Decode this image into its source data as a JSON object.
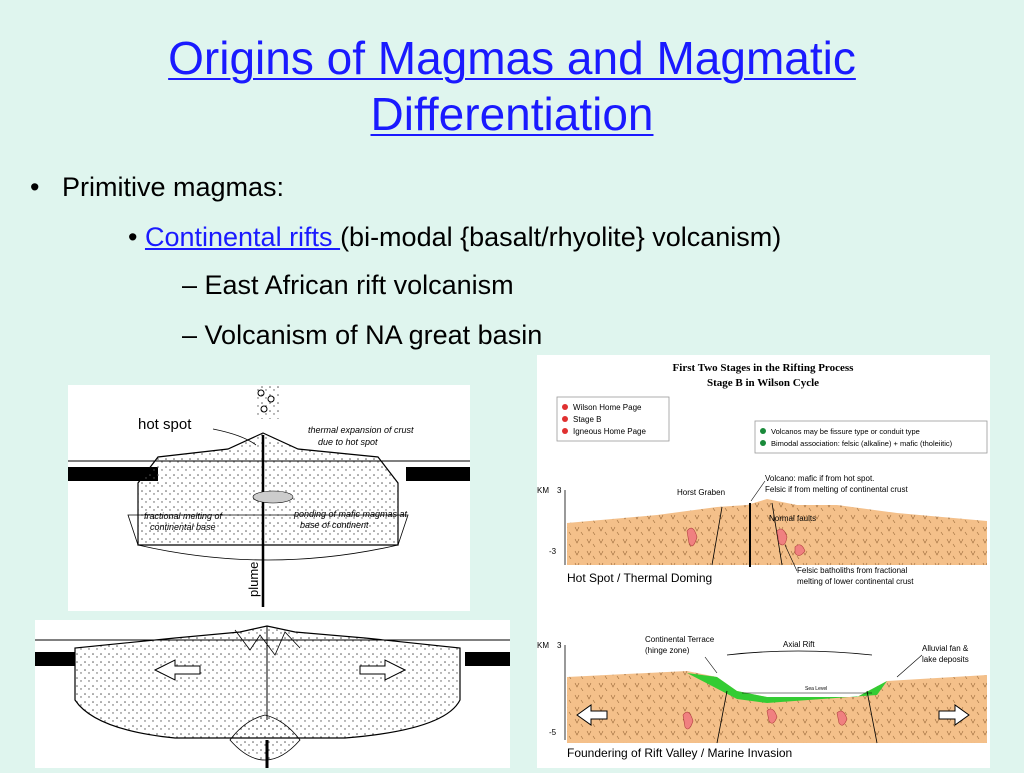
{
  "slide": {
    "title": "Origins of Magmas and Magmatic Differentiation",
    "bullet1": "Primitive magmas:",
    "bullet2_link": "Continental rifts ",
    "bullet2_rest": " (bi-modal {basalt/rhyolite} volcanism)",
    "bullet3": "East African rift volcanism",
    "bullet4": "Volcanism of NA great basin"
  },
  "diagram1": {
    "hot_spot": "hot spot",
    "thermal": "thermal expansion of crust",
    "thermal2": "due to hot spot",
    "frac1": "fractional melting of",
    "frac2": "continental base",
    "pond1": "ponding of mafic magmas at",
    "pond2": "base of continent",
    "plume": "plume"
  },
  "diagram3": {
    "title1": "First Two Stages in the Rifting Process",
    "title2": "Stage B in Wilson Cycle",
    "legend": [
      "Wilson Home Page",
      "Stage B",
      "Igneous Home Page"
    ],
    "notes": [
      "Volcanos may be fissure type or conduit type",
      "Bimodal association: felsic (alkaline) + mafic (tholeiitic)"
    ],
    "km": "KM",
    "tick3": "3",
    "tickm3": "-3",
    "tickm5": "-5",
    "horst": "Horst Graben",
    "volc1": "Volcano: mafic if from hot spot.",
    "volc2": "Felsic if from melting of continental crust",
    "normal": "Normal faults",
    "hotspot_label": "Hot Spot / Thermal Doming",
    "felsic1": "Felsic batholiths from fractional",
    "felsic2": "melting of lower continental crust",
    "terrace1": "Continental Terrace",
    "terrace2": "(hinge zone)",
    "axial": "Axial Rift",
    "alluvial1": "Alluvial fan &",
    "alluvial2": "lake deposits",
    "sealevel": "Sea Level",
    "foundering": "Foundering of Rift Valley / Marine Invasion"
  },
  "colors": {
    "link": "#1a1aff",
    "background": "#dff5ee",
    "crust": "#f4c08a",
    "green": "#33cc33",
    "magma": "#f08080"
  }
}
